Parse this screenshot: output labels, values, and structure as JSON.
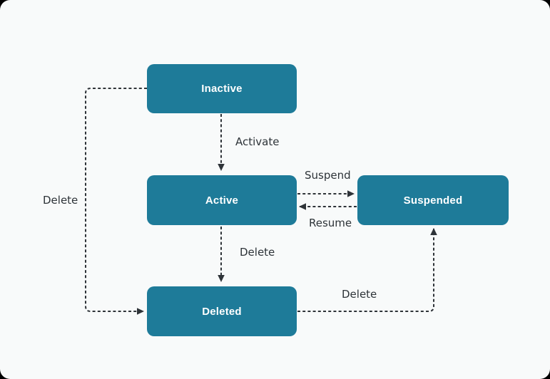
{
  "canvas": {
    "background": "#f8fafa",
    "outer_background": "#000000"
  },
  "diagram": {
    "type": "state-diagram",
    "nodes": {
      "inactive": {
        "label": "Inactive"
      },
      "active": {
        "label": "Active"
      },
      "suspended": {
        "label": "Suspended"
      },
      "deleted": {
        "label": "Deleted"
      }
    },
    "edges": {
      "activate": {
        "from": "inactive",
        "to": "active",
        "label": "Activate",
        "style": "dashed"
      },
      "suspend": {
        "from": "active",
        "to": "suspended",
        "label": "Suspend",
        "style": "dashed"
      },
      "resume": {
        "from": "suspended",
        "to": "active",
        "label": "Resume",
        "style": "dashed"
      },
      "delete_from_inactive": {
        "from": "inactive",
        "to": "deleted",
        "label": "Delete",
        "style": "dashed"
      },
      "delete_from_active": {
        "from": "active",
        "to": "deleted",
        "label": "Delete",
        "style": "dashed"
      },
      "delete_from_deleted": {
        "from": "deleted",
        "to": "suspended",
        "label": "Delete",
        "style": "dashed"
      }
    },
    "colors": {
      "node_fill": "#1e7b99",
      "node_text": "#ffffff",
      "edge_line": "#2e3338",
      "edge_label": "#2d3338"
    }
  }
}
